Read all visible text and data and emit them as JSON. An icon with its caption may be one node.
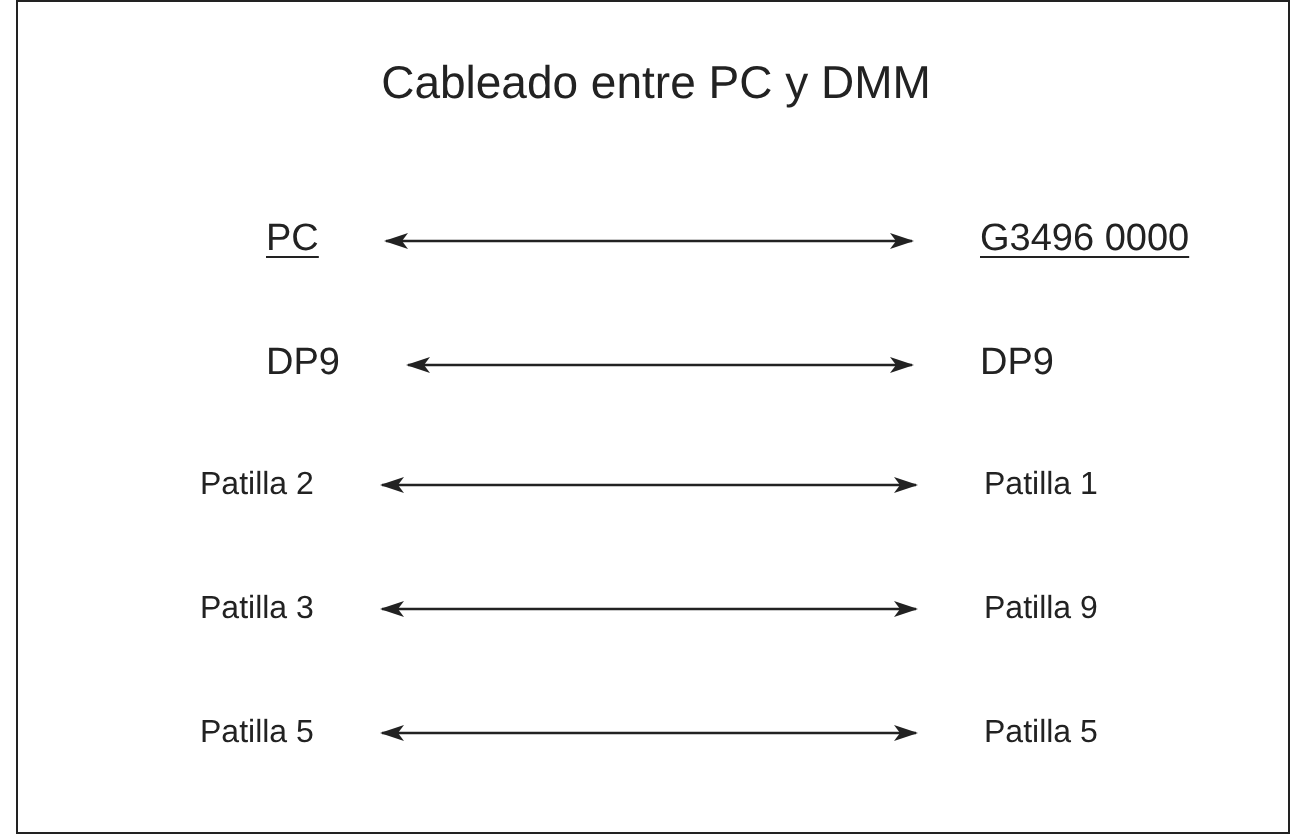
{
  "diagram": {
    "title": "Cableado entre PC y DMM",
    "nodes": [
      {
        "text": [
          "PC"
        ]
      },
      {
        "text": [
          "G3496 0000"
        ]
      },
      {
        "text": [
          "DP9"
        ]
      },
      {
        "text": [
          "DP9"
        ]
      },
      {
        "text": [
          "Patilla 2"
        ]
      },
      {
        "text": [
          "Patilla 1"
        ]
      },
      {
        "text": [
          "Patilla 3"
        ]
      },
      {
        "text": [
          "Patilla 9"
        ]
      },
      {
        "text": [
          "Patilla 5"
        ]
      },
      {
        "text": [
          "Patilla 5"
        ]
      }
    ],
    "edges": [
      {
        "from": 0,
        "to": 1,
        "arrow": "both"
      },
      {
        "from": 2,
        "to": 3,
        "arrow": "both"
      },
      {
        "from": 4,
        "to": 5,
        "arrow": "both"
      },
      {
        "from": 6,
        "to": 7,
        "arrow": "both"
      },
      {
        "from": 8,
        "to": 9,
        "arrow": "both"
      }
    ]
  }
}
